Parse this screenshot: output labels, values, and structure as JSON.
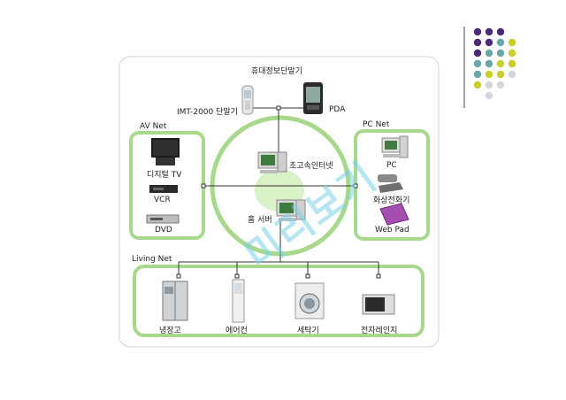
{
  "title": "휴대정보단말기",
  "groups": {
    "av": "AV Net",
    "pc": "PC Net",
    "living": "Living Net"
  },
  "nodes": {
    "imt": "IMT-2000 단말기",
    "pda": "PDA",
    "internet": "초고속인터넷",
    "home_server": "홈 서버",
    "dtv": "디지털 TV",
    "vcr": "VCR",
    "dvd": "DVD",
    "pc": "PC",
    "video_phone": "화상전화기",
    "web_pad": "Web Pad",
    "fridge": "냉장고",
    "aircon": "에어컨",
    "washer": "세탁기",
    "microwave": "전자레인지"
  },
  "watermark": "미리보기",
  "colors": {
    "frame_green": "#a8d88c",
    "dot_purple": "#4b2a7a",
    "dot_teal": "#6aa7a9",
    "dot_yellow": "#c9cf2a",
    "dot_grey": "#d4d6de"
  }
}
